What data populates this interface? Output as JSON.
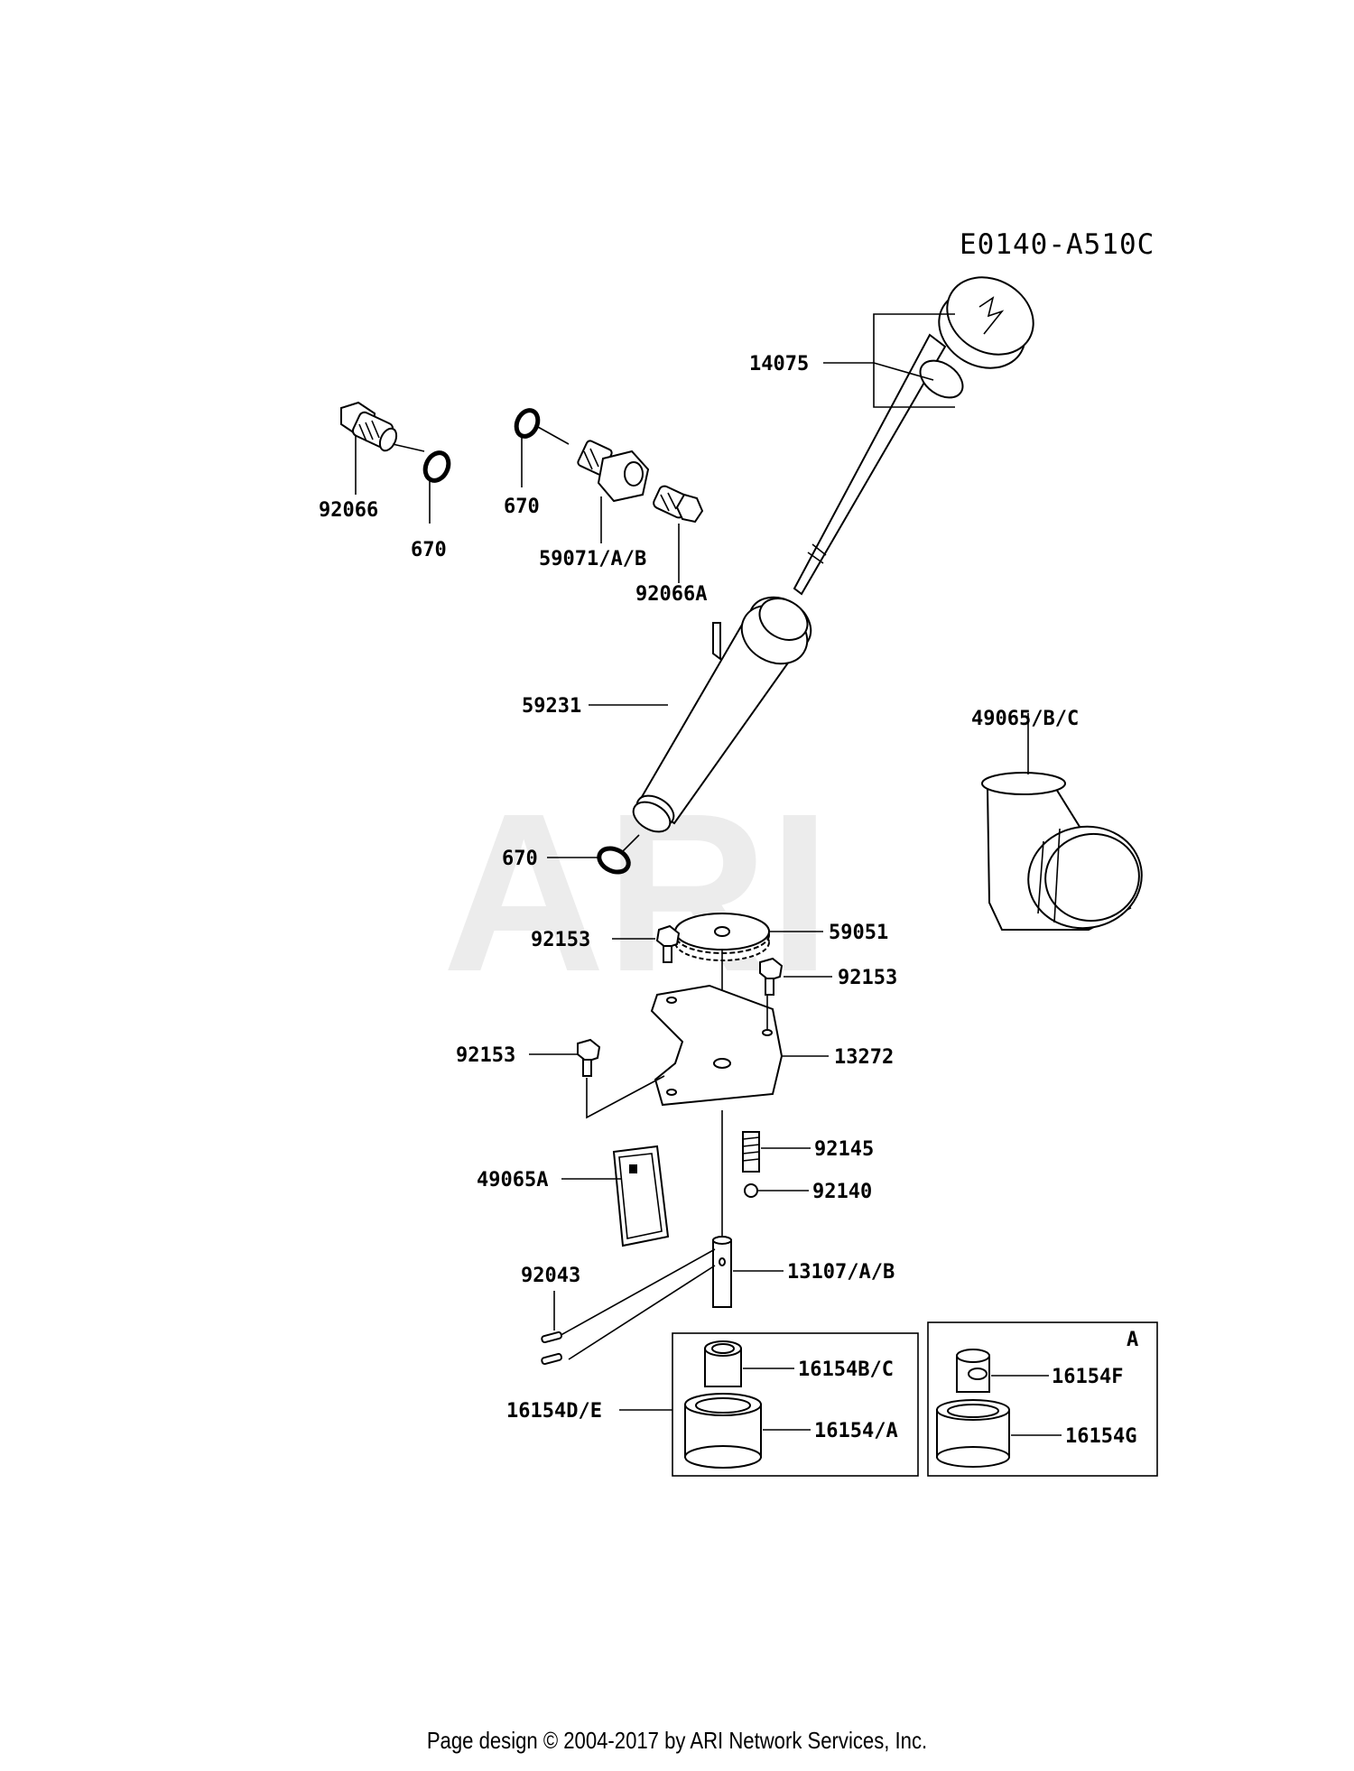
{
  "diagram": {
    "code": "E0140-A510C",
    "watermark": "ARI",
    "labels": {
      "p14075": "14075",
      "p92066": "92066",
      "p670a": "670",
      "p670b": "670",
      "p670c": "670",
      "p59071": "59071/A/B",
      "p92066A": "92066A",
      "p59231": "59231",
      "p49065": "49065/B/C",
      "p59051": "59051",
      "p92153a": "92153",
      "p92153b": "92153",
      "p92153c": "92153",
      "p13272": "13272",
      "p92145": "92145",
      "p92140": "92140",
      "p49065A": "49065A",
      "p92043": "92043",
      "p13107": "13107/A/B",
      "p16154BC": "16154B/C",
      "p16154A": "16154/A",
      "p16154DE": "16154D/E",
      "p16154F": "16154F",
      "p16154G": "16154G",
      "boxA": "A"
    }
  },
  "footer": {
    "text": "Page design © 2004-2017 by ARI Network Services, Inc."
  }
}
